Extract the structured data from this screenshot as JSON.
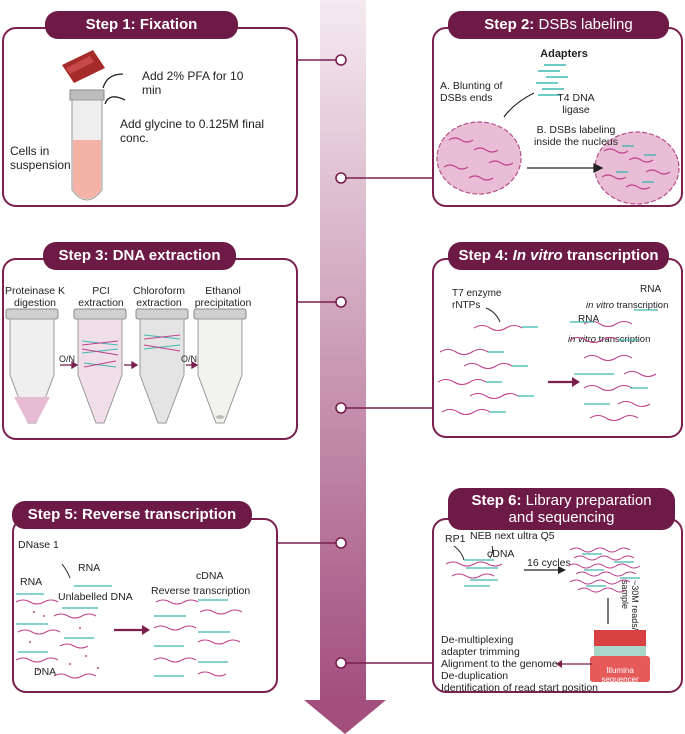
{
  "colors": {
    "primary": "#6e1a47",
    "border": "#7a1f4e",
    "dna_pink": "#c0408c",
    "dna_cyan": "#3fb8b0",
    "tube": "#d9d9d9",
    "tube_cells": "#f2a79a",
    "pfa": "#b03030",
    "sequencer_red": "#d94040"
  },
  "step1": {
    "prefix": "Step 1:",
    "title": "Fixation",
    "pfa_label": "Add 2% PFA for 10 min",
    "glycine_label": "Add glycine to 0.125M final conc.",
    "cells_label": "Cells in suspension"
  },
  "step2": {
    "prefix": "Step 2:",
    "title": "DSBs labeling",
    "adapters": "Adapters",
    "blunting": "A. Blunting of DSBs ends",
    "ligase": "T4 DNA ligase",
    "labeling": "B. DSBs labeling inside the nucleus"
  },
  "step3": {
    "prefix": "Step 3:",
    "title": "DNA extraction",
    "tube_labels": [
      "Proteinase K digestion",
      "PCI extraction",
      "Chloroform extraction",
      "Ethanol precipitation"
    ],
    "on_label": "O/N",
    "on_label_2": "O/N"
  },
  "step4": {
    "prefix": "Step 4:",
    "title_italic": "In vitro",
    "title_rest": "transcription",
    "t7": "T7 enzyme rNTPs",
    "rna_1": "RNA",
    "ivt_1_italic": "in vitro",
    "ivt_1_rest": "transcription",
    "rna_2": "RNA",
    "ivt_2_italic": "in vitro",
    "ivt_2_rest": "transcription"
  },
  "step5": {
    "prefix": "Step 5:",
    "title": "Reverse transcription",
    "dnase": "DNase 1",
    "rna_top": "RNA",
    "rna_left": "RNA",
    "unlabelled": "Unlabelled DNA",
    "dna": "DNA",
    "cdna": "cDNA",
    "rt": "Reverse transcription"
  },
  "step6": {
    "prefix": "Step 6:",
    "title_line1": "Library preparation",
    "title_line2": "and sequencing",
    "rp1": "RP1",
    "neb": "NEB next ultra Q5",
    "cdna": "cDNA",
    "cycles": "16 cycles",
    "reads": "~30M reads/ sample",
    "sequencer": "Illumina sequencer",
    "steps": [
      "De-multiplexing",
      "adapter trimming",
      "Alignment to the genome",
      "De-duplication",
      "Identification of read start position"
    ]
  }
}
